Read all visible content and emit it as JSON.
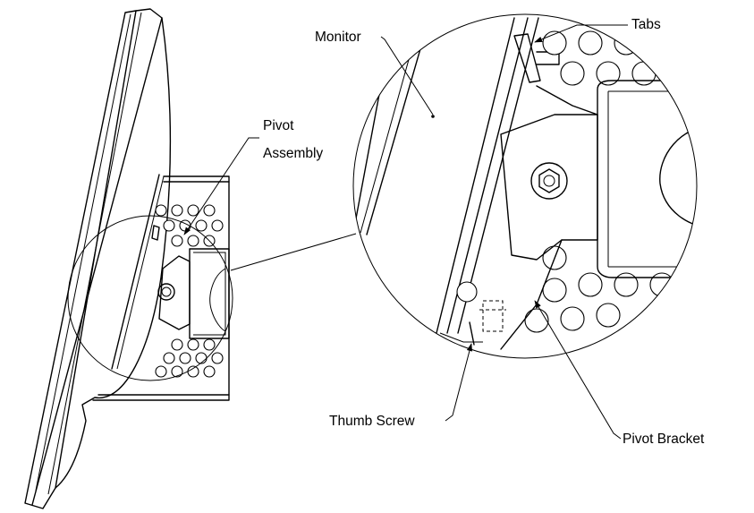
{
  "diagram": {
    "labels": {
      "monitor": "Monitor",
      "tabs": "Tabs",
      "pivot_line1": "Pivot",
      "pivot_line2": "Assembly",
      "thumb_screw": "Thumb Screw",
      "pivot_bracket": "Pivot Bracket"
    },
    "colors": {
      "line": "#000000",
      "background": "#ffffff"
    }
  }
}
